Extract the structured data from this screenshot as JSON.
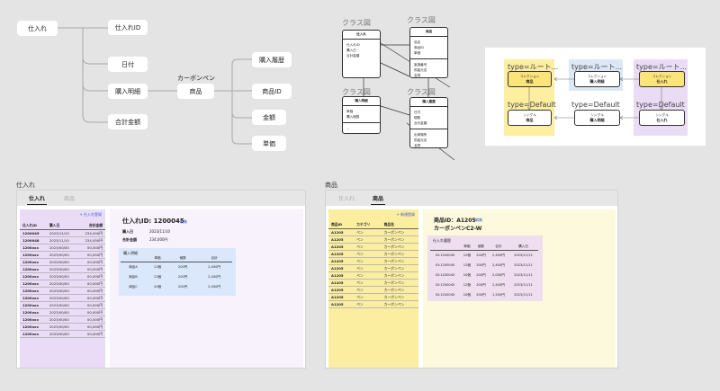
{
  "tree": {
    "root": "仕入れ",
    "children": [
      "仕入れID",
      "日付",
      "購入明細",
      "合計金額"
    ],
    "relation_label": "カーボンペン",
    "middle": "商品",
    "leaves": [
      "購入履歴",
      "商品ID",
      "金額",
      "単価"
    ]
  },
  "class_diagram": {
    "labels": [
      "クラス図",
      "クラス図",
      "クラス図",
      "クラス図"
    ],
    "boxes": [
      {
        "title": "仕入れ",
        "sec1": [
          "仕入れID",
          "購入日",
          "合計金額"
        ]
      },
      {
        "title": "商品",
        "sec1": [
          "品名",
          "商品ID",
          "単価"
        ],
        "sec2": [
          "製造番号",
          "供給元名",
          "名称"
        ]
      },
      {
        "title": "購入明細",
        "sec1": [
          "単価",
          "購入個数"
        ],
        "sec2": [
          "..."
        ]
      },
      {
        "title": "購入履歴",
        "sec1": [
          "日付",
          "個数",
          "合計金額"
        ],
        "sec2": [
          "出荷場所",
          "供給元名",
          "名称"
        ]
      }
    ]
  },
  "architecture": {
    "top_labels": [
      "type=ルート...",
      "type=ルート...",
      "type=ルート..."
    ],
    "top_boxes": [
      {
        "kind": "コレクション",
        "name": "商品"
      },
      {
        "kind": "コレクション",
        "name": "購入明細"
      },
      {
        "kind": "コレクション",
        "name": "仕入れ"
      }
    ],
    "bottom_labels": [
      "type=Default",
      "type=Default",
      "type=Default"
    ],
    "bottom_boxes": [
      {
        "kind": "シングル",
        "name": "商品"
      },
      {
        "kind": "シングル",
        "name": "購入明細"
      },
      {
        "kind": "シングル",
        "name": "仕入れ"
      }
    ],
    "colors": {
      "yellow": "#fdeea0",
      "yellow_box": "#fbe47a",
      "blue": "#dce8f6",
      "purple": "#ebdcf6"
    }
  },
  "purchase_frame": {
    "title": "仕入れ",
    "tabs": [
      "仕入れ",
      "商品"
    ],
    "add_link": "+ 仕入れ登録",
    "list_headers": [
      "仕入れID",
      "購入日",
      "合計金額"
    ],
    "rows": [
      [
        "1200045",
        "2023/11/10",
        "234,000円"
      ],
      [
        "1200048",
        "2023/11/10",
        "234,000円"
      ],
      [
        "1200xxx",
        "2023/00/00",
        "00,000円"
      ],
      [
        "1200xxx",
        "2023/00/00",
        "00,000円"
      ],
      [
        "1200xxx",
        "2023/00/00",
        "00,000円"
      ],
      [
        "1200xxx",
        "2023/00/00",
        "00,000円"
      ],
      [
        "1200xxx",
        "2023/00/00",
        "00,000円"
      ],
      [
        "1200xxx",
        "2023/00/00",
        "00,000円"
      ],
      [
        "1200xxx",
        "2023/00/00",
        "00,000円"
      ],
      [
        "1200xxx",
        "2023/00/00",
        "00,000円"
      ],
      [
        "1200xxx",
        "2023/00/00",
        "00,000円"
      ],
      [
        "1200xxx",
        "2023/00/00",
        "00,000円"
      ],
      [
        "1200xxx",
        "2023/00/00",
        "00,000円"
      ],
      [
        "1200xxx",
        "2023/00/00",
        "00,000円"
      ],
      [
        "1200xxx",
        "2023/00/00",
        "00,000円"
      ]
    ],
    "detail": {
      "heading": "仕入れID: 1200045",
      "edit_link": "編集",
      "fields": [
        [
          "購入日",
          "2023/11/10"
        ],
        [
          "合計金額",
          "234,000円"
        ]
      ],
      "sub_title": "購入明細",
      "sub_headers": [
        "",
        "単価",
        "個数",
        "合計"
      ],
      "sub_rows": [
        [
          "商品A",
          "12個",
          "200円",
          "2,400円"
        ],
        [
          "商品B",
          "12個",
          "200円",
          "2,400円"
        ],
        [
          "商品C",
          "10個",
          "200円",
          "2,000円"
        ]
      ]
    }
  },
  "product_frame": {
    "title": "商品",
    "tabs": [
      "仕入れ",
      "商品"
    ],
    "add_link": "+ 新規登録",
    "list_headers": [
      "商品ID",
      "カテゴリ",
      "商品名"
    ],
    "rows": [
      [
        "A1205",
        "ペン",
        "カーボンペン"
      ],
      [
        "A1205",
        "ペン",
        "カーボンペン"
      ],
      [
        "A1205",
        "ペン",
        "カーボンペン"
      ],
      [
        "A1205",
        "ペン",
        "カーボンペン"
      ],
      [
        "A1205",
        "ペン",
        "カーボンペン"
      ],
      [
        "A1205",
        "ペン",
        "カーボンペン"
      ],
      [
        "A1205",
        "ペン",
        "カーボンペン"
      ],
      [
        "A1205",
        "ペン",
        "カーボンペン"
      ],
      [
        "A1205",
        "ペン",
        "カーボンペン"
      ],
      [
        "A1205",
        "ペン",
        "カーボンペン"
      ],
      [
        "A1205",
        "ペン",
        "カーボンペン"
      ]
    ],
    "detail": {
      "heading": "商品ID：A1205",
      "edit_link": "編集",
      "name": "カーボンペンC2-W",
      "sub_title": "仕入れ履歴",
      "sub_headers": [
        "",
        "単価",
        "個数",
        "合計",
        "購入日"
      ],
      "sub_rows": [
        [
          "ID:1200045",
          "12個",
          "200円",
          "2,400円",
          "2023/11/11"
        ],
        [
          "ID:1200045",
          "12個",
          "200円",
          "2,400円",
          "2023/11/11"
        ],
        [
          "ID:1200045",
          "10個",
          "200円",
          "2,000円",
          "2023/11/11"
        ],
        [
          "ID:1200045",
          "12個",
          "200円",
          "2,400円",
          "2023/11/11"
        ],
        [
          "ID:1200045",
          "10個",
          "200円",
          "1,200円",
          "2023/11/11"
        ]
      ]
    }
  }
}
